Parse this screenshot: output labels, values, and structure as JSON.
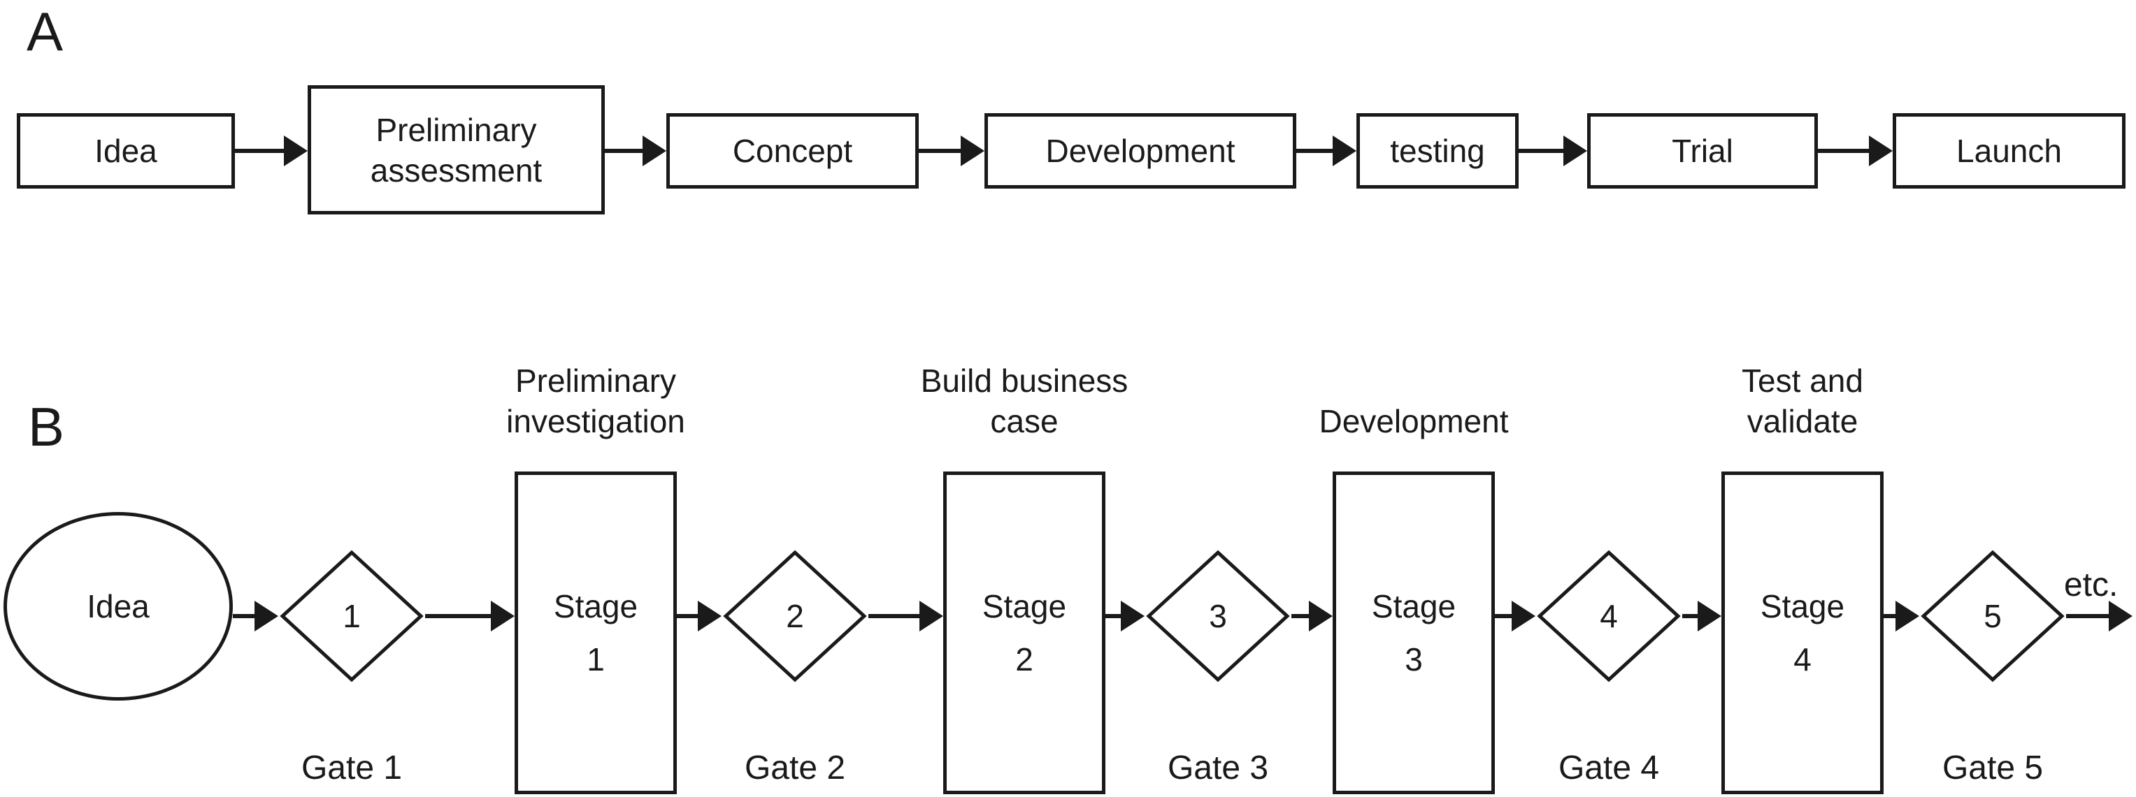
{
  "ink": "#1a1a1a",
  "background": "#ffffff",
  "section_a": {
    "label": "A",
    "boxes": [
      {
        "label": "Idea"
      },
      {
        "label": "Preliminary\nassessment"
      },
      {
        "label": "Concept"
      },
      {
        "label": "Development"
      },
      {
        "label": "testing"
      },
      {
        "label": "Trial"
      },
      {
        "label": "Launch"
      }
    ]
  },
  "section_b": {
    "label": "B",
    "start": {
      "label": "Idea"
    },
    "gates": [
      {
        "number": "1",
        "name": "Gate 1"
      },
      {
        "number": "2",
        "name": "Gate 2"
      },
      {
        "number": "3",
        "name": "Gate 3"
      },
      {
        "number": "4",
        "name": "Gate 4"
      },
      {
        "number": "5",
        "name": "Gate 5"
      }
    ],
    "stages": [
      {
        "heading": "Preliminary\ninvestigation",
        "line1": "Stage",
        "line2": "1"
      },
      {
        "heading": "Build business\ncase",
        "line1": "Stage",
        "line2": "2"
      },
      {
        "heading": "Development",
        "line1": "Stage",
        "line2": "3"
      },
      {
        "heading": "Test and\nvalidate",
        "line1": "Stage",
        "line2": "4"
      }
    ],
    "continuation": "etc."
  }
}
